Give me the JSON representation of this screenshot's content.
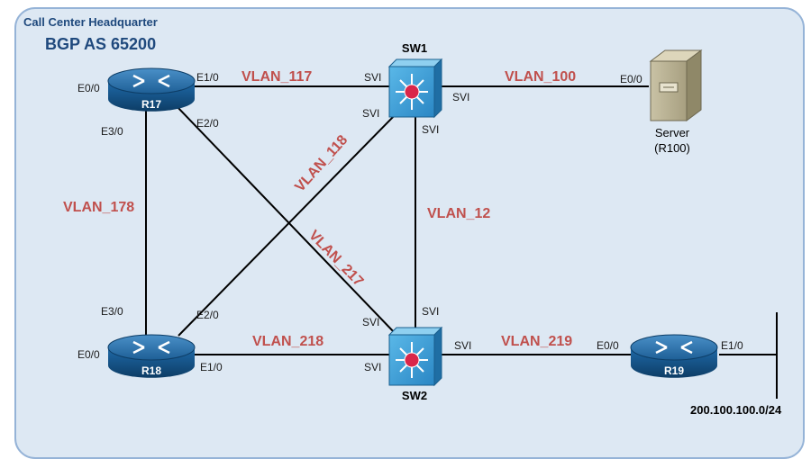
{
  "region": {
    "title": "Call Center Headquarter",
    "subtitle": "BGP AS 65200"
  },
  "devices": {
    "r17": "R17",
    "r18": "R18",
    "r19": "R19",
    "sw1": "SW1",
    "sw2": "SW2",
    "server_line1": "Server",
    "server_line2": "(R100)"
  },
  "vlans": {
    "v117": "VLAN_117",
    "v100": "VLAN_100",
    "v118": "VLAN_118",
    "v178": "VLAN_178",
    "v12": "VLAN_12",
    "v217": "VLAN_217",
    "v218": "VLAN_218",
    "v219": "VLAN_219"
  },
  "interfaces": {
    "r17_e00": "E0/0",
    "r17_e10": "E1/0",
    "r17_e20": "E2/0",
    "r17_e30": "E3/0",
    "r18_e30": "E3/0",
    "r18_e20": "E2/0",
    "r18_e00": "E0/0",
    "r18_e10": "E1/0",
    "sw1_svi_left": "SVI",
    "sw1_svi_right": "SVI",
    "sw1_svi_diag": "SVI",
    "sw1_svi_bottom": "SVI",
    "sw2_svi_top": "SVI",
    "sw2_svi_diag": "SVI",
    "sw2_svi_left": "SVI",
    "sw2_svi_right": "SVI",
    "server_e00": "E0/0",
    "r19_e00": "E0/0",
    "r19_e10": "E1/0"
  },
  "network": "200.100.100.0/24",
  "colors": {
    "region_fill": "#dde8f3",
    "region_stroke": "#95b3d7",
    "vlan_text": "#c0504d",
    "title_text": "#1f497d"
  }
}
